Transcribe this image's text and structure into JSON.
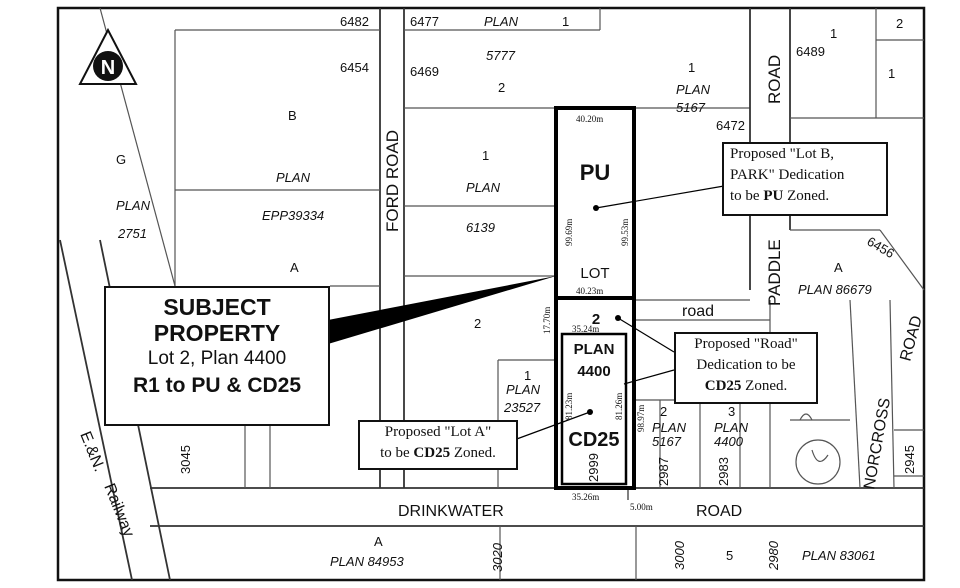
{
  "road_names": {
    "ford": "FORD ROAD",
    "road_top_right": "ROAD",
    "paddle": "PADDLE",
    "road_small": "road",
    "norcross": "NORCROSS",
    "road_right": "ROAD",
    "drinkwater": "DRINKWATER",
    "drinkwater_road": "ROAD",
    "railway_a": "E.&N.",
    "railway_b": "Railway"
  },
  "labels": {
    "n6482": "6482",
    "n6477": "6477",
    "plan_top": "PLAN",
    "one_top": "1",
    "n6454": "6454",
    "n6469": "6469",
    "n5777": "5777",
    "two_top": "2",
    "one_tr": "1",
    "plan_tr": "PLAN",
    "n5167_tr": "5167",
    "n6472": "6472",
    "n6489": "6489",
    "one_far": "1",
    "two_far": "2",
    "one_far2": "1",
    "b": "B",
    "g": "G",
    "plan_b": "PLAN",
    "epp": "EPP39334",
    "plan_g": "PLAN",
    "n2751": "2751",
    "a_left": "A",
    "one_mid": "1",
    "plan_mid": "PLAN",
    "n6139": "6139",
    "two_mid": "2",
    "n6456": "6456",
    "a_right": "A",
    "plan_86679": "PLAN 86679",
    "one_small": "1",
    "plan_small": "PLAN",
    "n23527": "23527",
    "n3045": "3045",
    "two_5167": "2",
    "plan_5167b": "PLAN",
    "n5167b": "5167",
    "n2987": "2987",
    "three_4400": "3",
    "plan_4400b": "PLAN",
    "n4400b": "4400",
    "n2983": "2983",
    "n2945": "2945",
    "a_bottom": "A",
    "plan_84953": "PLAN 84953",
    "n3020": "3020",
    "n3000": "3000",
    "five": "5",
    "n2980": "2980",
    "plan_83061": "PLAN 83061"
  },
  "subject": {
    "pu": "PU",
    "lot": "LOT",
    "two": "2",
    "plan": "PLAN",
    "num": "4400",
    "cd25": "CD25",
    "n2999": "2999"
  },
  "dimensions": {
    "top": "40.20m",
    "left_pu": "99.69m",
    "right_pu": "99.53m",
    "mid": "40.23m",
    "road_w": "35.24m",
    "road_h": "17.70m",
    "left_cd": "81.23m",
    "right_cd": "81.26m",
    "right_outer": "98.97m",
    "bottom": "35.26m",
    "offset": "5.00m"
  },
  "callouts": {
    "subject_title_1": "SUBJECT",
    "subject_title_2": "PROPERTY",
    "subject_line": "Lot 2, Plan 4400",
    "subject_zoning": "R1 to PU & CD25",
    "lot_b_1": "Proposed \"Lot B,",
    "lot_b_2": "PARK\" Dedication",
    "lot_b_3a": "to be ",
    "lot_b_3b": "PU",
    "lot_b_3c": " Zoned.",
    "road_1": "Proposed \"Road\"",
    "road_2": "Dedication to be",
    "road_3a": "CD25",
    "road_3b": " Zoned.",
    "lot_a_1": "Proposed \"Lot A\"",
    "lot_a_2a": "to be ",
    "lot_a_2b": "CD25",
    "lot_a_2c": " Zoned."
  },
  "north_label": "N"
}
